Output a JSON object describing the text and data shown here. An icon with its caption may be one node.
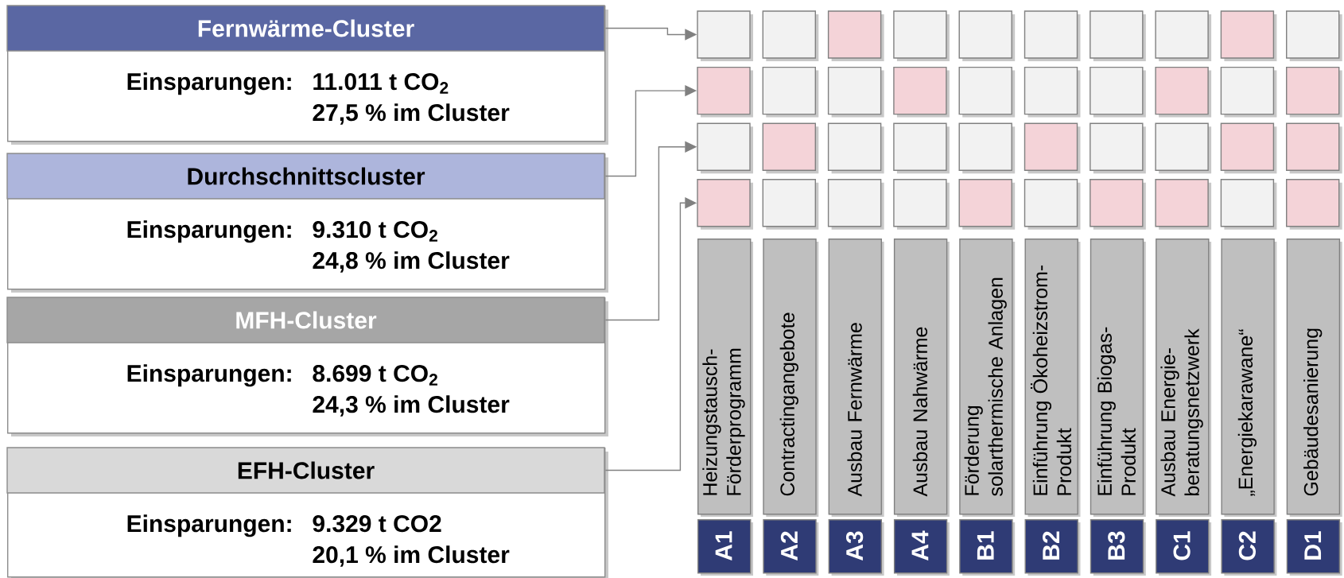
{
  "diagram": {
    "nodes": [
      {
        "text": [
          "Fernwärme-Cluster",
          "Einsparungen:",
          "11.011 t CO$_{2}$",
          "27,5 % im Cluster"
        ]
      },
      {
        "text": [
          "Durchschnittscluster",
          "Einsparungen:",
          "9.310 t CO$_{2}$",
          "24,8 % im Cluster"
        ]
      },
      {
        "text": [
          "MFH-Cluster",
          "Einsparungen:",
          "8.699 t CO$_{2}$",
          "24,3 % im Cluster"
        ]
      },
      {
        "text": [
          "EFH-Cluster",
          "Einsparungen:",
          "9.329 t CO2",
          "20,1 % im Cluster"
        ]
      },
      {
        "text": [],
        "shape": "box"
      },
      {
        "text": [],
        "shape": "box"
      },
      {
        "text": [],
        "shape": "box"
      },
      {
        "text": [],
        "shape": "box"
      },
      {
        "text": [],
        "shape": "box"
      },
      {
        "text": [],
        "shape": "box"
      },
      {
        "text": [],
        "shape": "box"
      },
      {
        "text": [],
        "shape": "box"
      },
      {
        "text": [],
        "shape": "box"
      },
      {
        "text": [],
        "shape": "box"
      },
      {
        "text": [],
        "shape": "box"
      },
      {
        "text": [],
        "shape": "box"
      },
      {
        "text": [],
        "shape": "box"
      },
      {
        "text": [],
        "shape": "box"
      },
      {
        "text": [],
        "shape": "box"
      },
      {
        "text": [],
        "shape": "box"
      },
      {
        "text": [],
        "shape": "box"
      },
      {
        "text": [],
        "shape": "box"
      },
      {
        "text": [],
        "shape": "box"
      },
      {
        "text": [],
        "shape": "box"
      },
      {
        "text": [],
        "shape": "box"
      },
      {
        "text": [],
        "shape": "box"
      },
      {
        "text": [],
        "shape": "box"
      },
      {
        "text": [],
        "shape": "box"
      },
      {
        "text": [],
        "shape": "box"
      },
      {
        "text": [],
        "shape": "box"
      },
      {
        "text": [],
        "shape": "box"
      },
      {
        "text": [],
        "shape": "box"
      },
      {
        "text": [],
        "shape": "box"
      },
      {
        "text": [],
        "shape": "box"
      },
      {
        "text": [],
        "shape": "box"
      },
      {
        "text": [],
        "shape": "box"
      },
      {
        "text": [],
        "shape": "box"
      },
      {
        "text": [],
        "shape": "box"
      },
      {
        "text": [],
        "shape": "box"
      },
      {
        "text": [],
        "shape": "box"
      },
      {
        "text": [],
        "shape": "box"
      },
      {
        "text": [],
        "shape": "box"
      },
      {
        "text": [],
        "shape": "box"
      },
      {
        "text": [],
        "shape": "box"
      },
      {
        "text": [
          "Heizungstausch- Förderprogramm"
        ]
      },
      {
        "text": [
          "Contractingangebote"
        ]
      },
      {
        "text": [
          "Ausbau Fernwärme"
        ]
      },
      {
        "text": [
          "Ausbau Nahwärme"
        ]
      },
      {
        "text": [
          "Förderung solarthermische Anlagen"
        ]
      },
      {
        "text": [
          "Einführung Ökoheizstrom- Produkt"
        ]
      },
      {
        "text": [
          "Einführung Biogas- Produkt"
        ]
      },
      {
        "text": [
          "Ausbau Energie- beratungsnetzwerk"
        ]
      },
      {
        "text": [
          "„Energiekarawane“"
        ]
      },
      {
        "text": [
          "Gebäudesanierung"
        ]
      },
      {
        "text": [
          "A1"
        ]
      },
      {
        "text": [
          "A2"
        ]
      },
      {
        "text": [
          "A3"
        ]
      },
      {
        "text": [
          "A4"
        ]
      },
      {
        "text": [
          "B1"
        ]
      },
      {
        "text": [
          "B2"
        ]
      },
      {
        "text": [
          "B3"
        ]
      },
      {
        "text": [
          "C1"
        ]
      },
      {
        "text": [
          "C2"
        ]
      },
      {
        "text": [
          "D1"
        ]
      }
    ],
    "edges": [
      {
        "from": 0,
        "to": 4,
        "arrow": "to"
      },
      {
        "from": 1,
        "to": 14,
        "arrow": "to"
      },
      {
        "from": 2,
        "to": 24,
        "arrow": "to"
      },
      {
        "from": 3,
        "to": 34,
        "arrow": "to"
      }
    ]
  }
}
